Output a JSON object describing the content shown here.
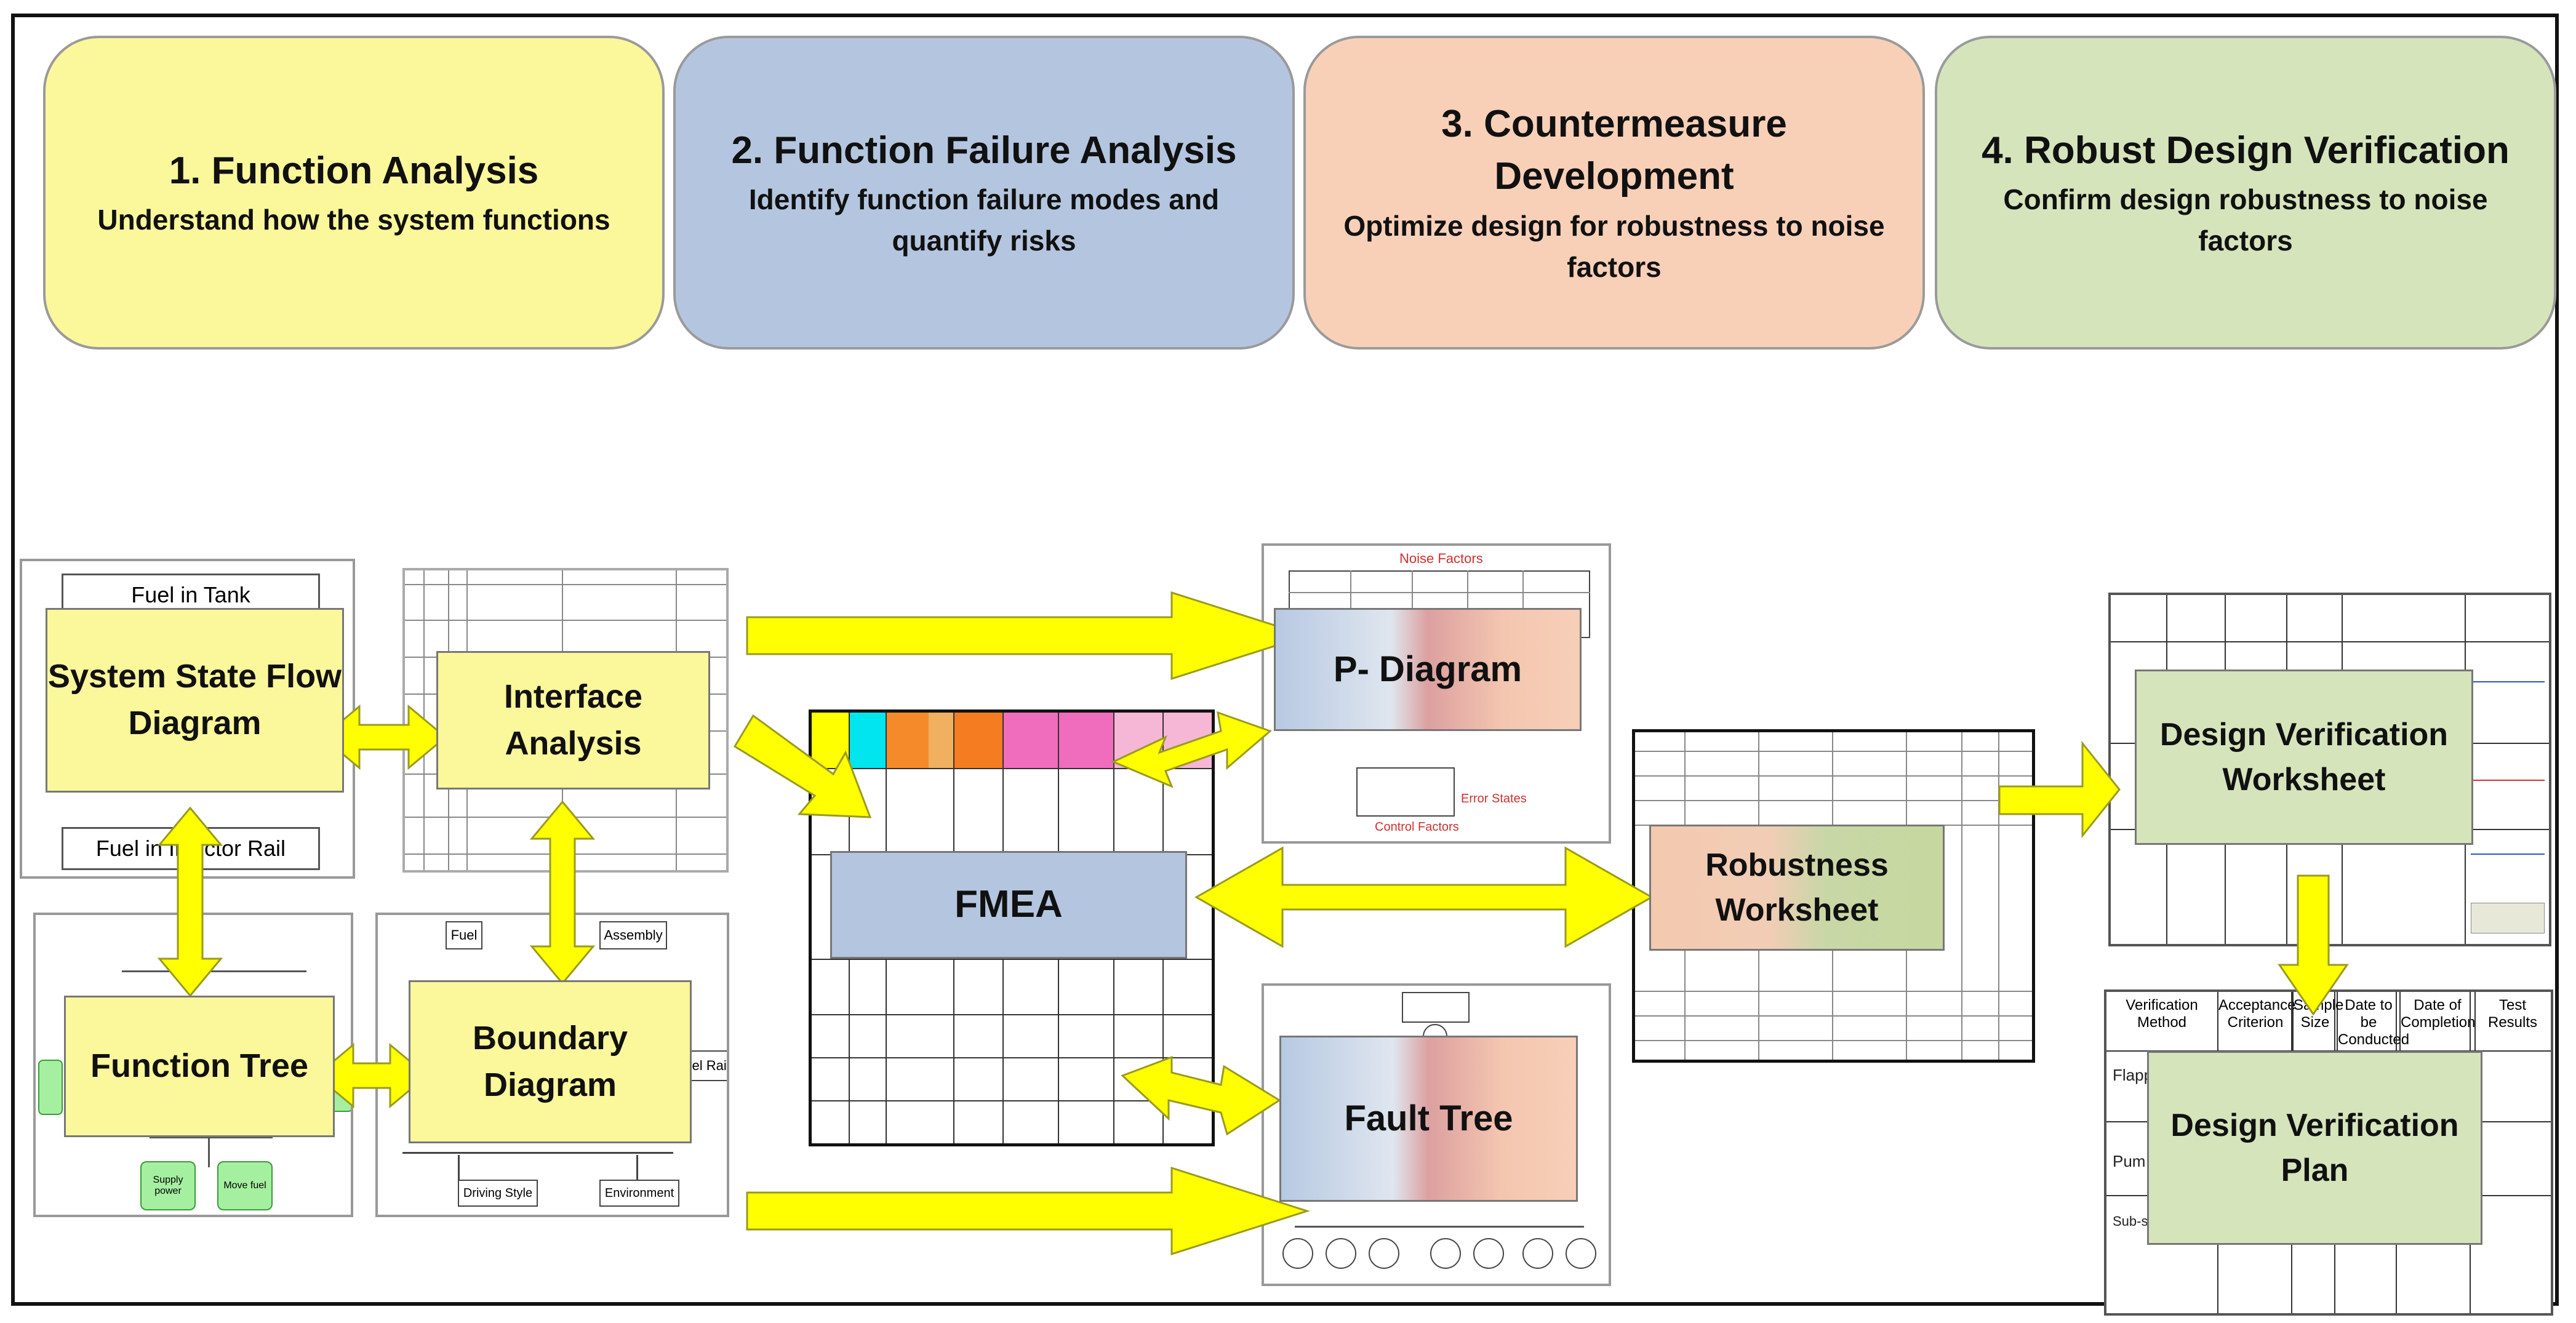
{
  "phases": [
    {
      "title": "1. Function Analysis",
      "subtitle": "Understand how the system functions",
      "color": "#fbf79b"
    },
    {
      "title": "2. Function Failure Analysis",
      "subtitle": "Identify function failure modes and quantify risks",
      "color": "#b4c6df"
    },
    {
      "title": "3. Countermeasure Development",
      "subtitle": "Optimize design for robustness to noise factors",
      "color": "#f8d0b8"
    },
    {
      "title": "4. Robust Design Verification",
      "subtitle": "Confirm design robustness to noise factors",
      "color": "#d6e4bc"
    }
  ],
  "tools": {
    "system_state": "System State Flow Diagram",
    "interface": "Interface Analysis",
    "function_tree": "Function Tree",
    "boundary": "Boundary Diagram",
    "fmea": "FMEA",
    "p_diagram": "P- Diagram",
    "fault_tree": "Fault Tree",
    "robustness": "Robustness Worksheet",
    "dv_worksheet": "Design Verification Worksheet",
    "dv_plan": "Design Verification Plan"
  },
  "thumbnails": {
    "flow": {
      "top": "Fuel in Tank",
      "bottom": "Fuel in Injector Rail"
    },
    "function_tree": {
      "leaf1": "Supply power",
      "leaf2": "Move fuel"
    },
    "boundary": {
      "fuel": "Fuel",
      "assembly": "Assembly",
      "driving_style": "Driving Style",
      "environment": "Environment",
      "rail": "uel Rail"
    },
    "p_diagram": {
      "noise": "Noise Factors",
      "control": "Control Factors",
      "error": "Error States"
    },
    "dv_plan_headers": [
      "Verification Method",
      "Acceptance Criterion",
      "Sample Size",
      "Date to be Conducted",
      "Date of Completion",
      "Test Results"
    ],
    "dv_plan_rows": [
      "Flappe",
      "Pum",
      "Sub-sy verificat"
    ]
  },
  "colors": {
    "arrow": "#ffff00",
    "arrow_stroke": "#9a9a20"
  }
}
